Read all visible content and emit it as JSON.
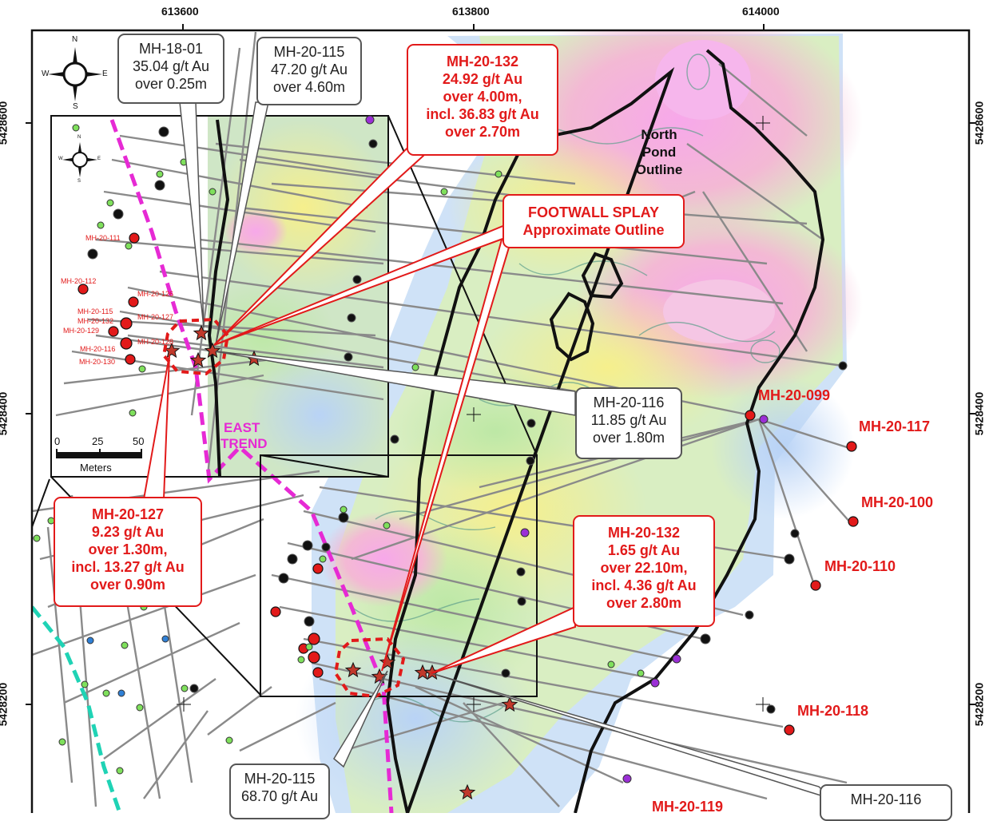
{
  "grid": {
    "easting_labels": [
      "613600",
      "613800",
      "614000"
    ],
    "northing_labels": [
      "5428600",
      "5428400",
      "5428200"
    ]
  },
  "compass": {
    "n": "N",
    "s": "S",
    "e": "E",
    "w": "W"
  },
  "scale": {
    "ticks": [
      "0",
      "25",
      "50"
    ],
    "unit": "Meters"
  },
  "areas": {
    "north_pond": [
      "North",
      "Pond",
      "Outline"
    ],
    "east_trend": [
      "EAST",
      "TREND"
    ]
  },
  "callouts": {
    "mh1801": [
      "MH-18-01",
      "35.04 g/t Au",
      "over 0.25m"
    ],
    "mh20115_top": [
      "MH-20-115",
      "47.20 g/t Au",
      "over 4.60m"
    ],
    "mh20132_top": [
      "MH-20-132",
      "24.92 g/t Au",
      "over 4.00m,",
      "incl. 36.83 g/t Au",
      "over 2.70m"
    ],
    "footwall": [
      "FOOTWALL SPLAY",
      "Approximate Outline"
    ],
    "mh20116_mid": [
      "MH-20-116",
      "11.85 g/t Au",
      "over 1.80m"
    ],
    "mh20127": [
      "MH-20-127",
      "9.23 g/t Au",
      "over 1.30m,",
      "incl. 13.27 g/t Au",
      "over 0.90m"
    ],
    "mh20132_low": [
      "MH-20-132",
      "1.65 g/t Au",
      "over 22.10m,",
      "incl. 4.36 g/t Au",
      "over 2.80m"
    ],
    "mh20115_bottom": [
      "MH-20-115",
      "68.70 g/t Au"
    ],
    "mh20116_bottom": [
      "MH-20-116"
    ]
  },
  "hole_labels": [
    "MH-20-099",
    "MH-20-117",
    "MH-20-100",
    "MH-20-110",
    "MH-20-118",
    "MH-20-119"
  ],
  "inset_hole_labels": [
    "MH-20-111",
    "MH-20-112",
    "MH-20-126",
    "MH-20-115",
    "MH-20-132",
    "MH-20-129",
    "MH-20-127",
    "MH-20-116",
    "MH-20-128",
    "MH-20-130"
  ],
  "colors": {
    "callout_red": "#e21a1a",
    "east_trend": "#e62ad4",
    "west_trend": "#1fd3b5",
    "drill_trace": "#8a8a8a"
  }
}
